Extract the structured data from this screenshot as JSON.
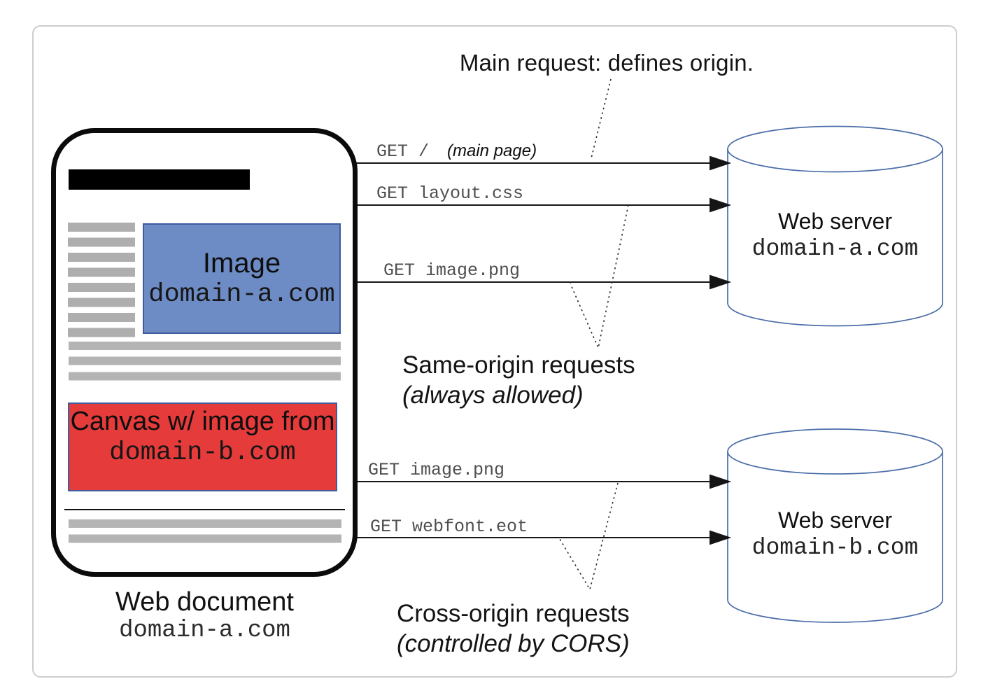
{
  "heading": "Main request: defines origin.",
  "browser": {
    "image_box": {
      "title": "Image",
      "domain": "domain-a.com"
    },
    "canvas_box": {
      "title": "Canvas w/ image from",
      "domain": "domain-b.com"
    },
    "caption_title": "Web document",
    "caption_domain": "domain-a.com"
  },
  "requests": [
    {
      "method": "GET /",
      "note": "(main page)"
    },
    {
      "method": "GET layout.css",
      "note": ""
    },
    {
      "method": "GET image.png",
      "note": ""
    },
    {
      "method": "GET image.png",
      "note": ""
    },
    {
      "method": "GET webfont.eot",
      "note": ""
    }
  ],
  "servers": [
    {
      "title": "Web server",
      "domain": "domain-a.com"
    },
    {
      "title": "Web server",
      "domain": "domain-b.com"
    }
  ],
  "annotations": {
    "same_origin_line1": "Same-origin requests",
    "same_origin_line2": "(always allowed)",
    "cross_origin_line1": "Cross-origin requests",
    "cross_origin_line2": "(controlled by CORS)"
  },
  "colors": {
    "image_box_fill": "#6d8cc6",
    "canvas_box_fill": "#e53b3b",
    "box_border_blue": "#3f5c9e",
    "server_outline": "#4a6da8",
    "placeholder_gray": "#b4b4b4",
    "line_black": "#151515"
  }
}
